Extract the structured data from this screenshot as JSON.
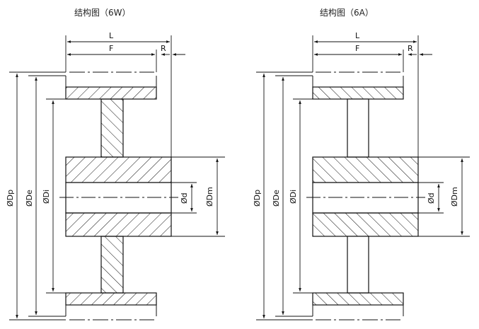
{
  "titles": {
    "left": "结构图（6W）",
    "right": "结构图（6A）"
  },
  "dimension_labels": {
    "L": "L",
    "F": "F",
    "R": "R",
    "Dp": "ØDp",
    "De": "ØDe",
    "Di": "ØDi",
    "d": "Ød",
    "Dm": "ØDm"
  },
  "colors": {
    "line": "#111111",
    "background": "#ffffff"
  }
}
